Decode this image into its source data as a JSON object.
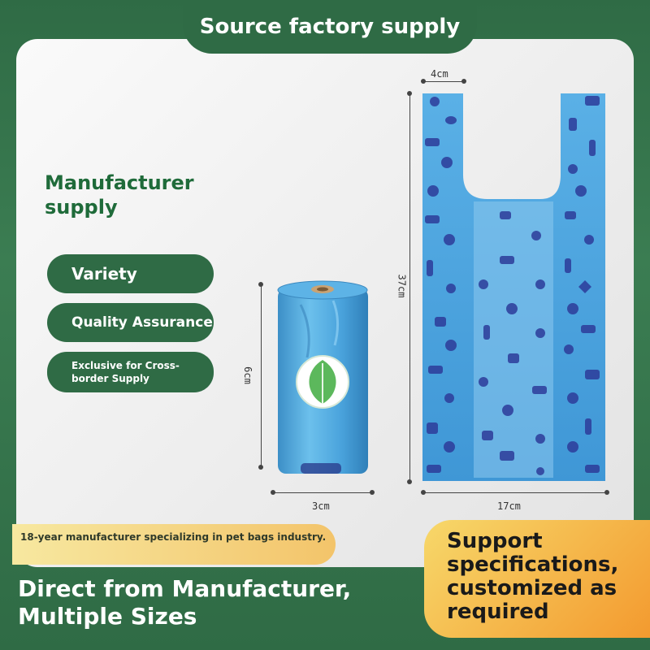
{
  "header": {
    "title": "Source factory supply"
  },
  "headline": {
    "text": "Manufacturer supply"
  },
  "features": [
    {
      "label": "Variety"
    },
    {
      "label": "Quality Assurance"
    },
    {
      "label": "Exclusive for Cross-border Supply"
    }
  ],
  "dimensions": {
    "handle_width": "4cm",
    "bag_height": "37cm",
    "bag_width": "17cm",
    "roll_height": "6cm",
    "roll_width": "3cm"
  },
  "banner": {
    "text": "18-year manufacturer specializing in pet bags industry."
  },
  "footer": {
    "text": "Direct from Manufacturer, Multiple Sizes"
  },
  "callout": {
    "text": "Support specifications, customized as required"
  },
  "colors": {
    "brand_green": "#2f6b45",
    "headline_green": "#1f6b3a",
    "bag_blue": "#4fa8e0",
    "callout_orange": "#f39a2f"
  },
  "icons": [
    "leaf-icon",
    "duck-icon",
    "car-icon",
    "paw-icon",
    "balloon-icon",
    "bottle-icon",
    "rocking-horse-icon",
    "bow-icon"
  ]
}
